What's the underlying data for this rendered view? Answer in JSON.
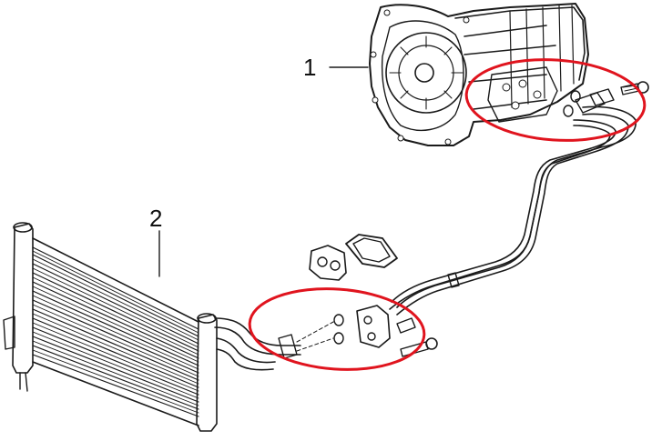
{
  "callouts": [
    {
      "number": "1",
      "part": "transmission"
    },
    {
      "number": "2",
      "part": "oil-cooler"
    }
  ],
  "colors": {
    "ink": "#1a1a1a",
    "highlight": "#e0141e",
    "background": "#ffffff"
  }
}
